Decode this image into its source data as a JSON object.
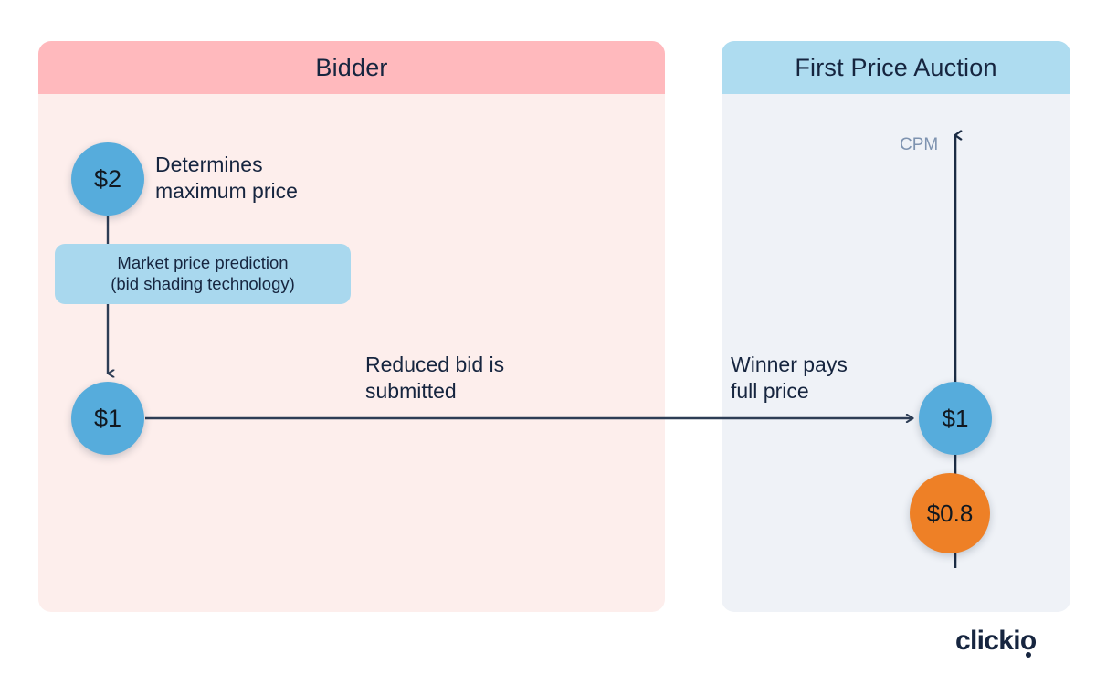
{
  "panels": {
    "bidder": {
      "title": "Bidder",
      "header_color": "#ffb9bd",
      "body_color": "#fdeeec"
    },
    "auction": {
      "title": "First Price Auction",
      "header_color": "#aedcf0",
      "body_color": "#eff2f7"
    }
  },
  "nodes": {
    "max_price": {
      "value": "$2",
      "color": "#56acdc"
    },
    "reduced_bid": {
      "value": "$1",
      "color": "#56acdc"
    },
    "winning_bid": {
      "value": "$1",
      "color": "#56acdc"
    },
    "clearing_price": {
      "value": "$0.8",
      "color": "#ee8026"
    }
  },
  "labels": {
    "determines_max_price": "Determines\nmaximum price",
    "reduced_bid_submitted": "Reduced bid is\nsubmitted",
    "winner_pays_full_price": "Winner pays\nfull price",
    "axis_cpm": "CPM"
  },
  "shading_chip": {
    "line1": "Market price prediction",
    "line2": "(bid shading technology)",
    "color": "#a9d8ee"
  },
  "brand": {
    "name": "clickio",
    "color": "#16253f"
  },
  "theme": {
    "ink": "#16253f",
    "arrow": "#2d3d55",
    "muted": "#7e93b0"
  }
}
